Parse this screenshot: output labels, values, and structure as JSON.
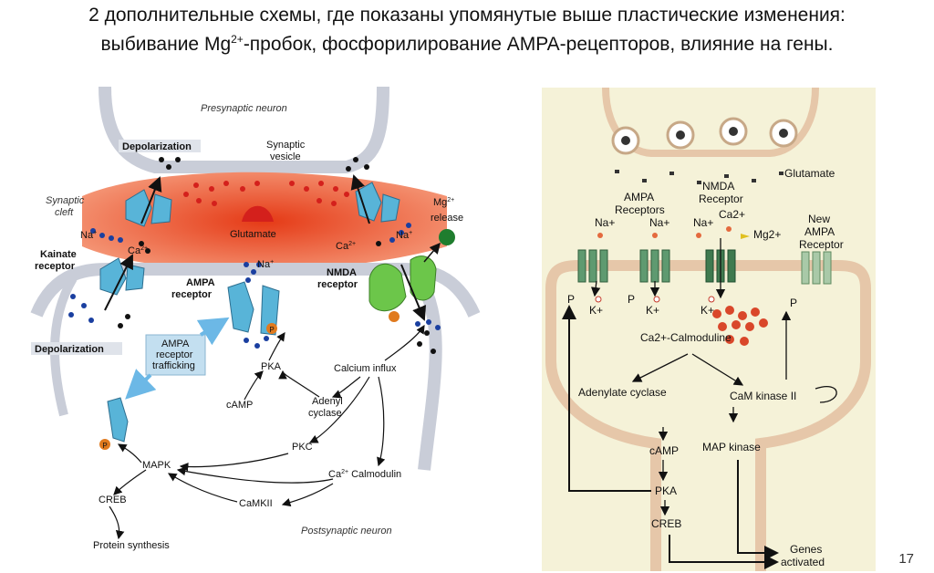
{
  "slide": {
    "title_line1": "2 дополнительные схемы, где показаны упомянутые выше пластические изменения:",
    "title_line2_pre": "выбивание Mg",
    "title_line2_sup": "2+",
    "title_line2_post": "-пробок, фосфорилирование AMPA-рецепторов, влияние на гены.",
    "page_number": "17"
  },
  "left_diagram": {
    "presynaptic": "Presynaptic neuron",
    "postsynaptic": "Postsynaptic neuron",
    "depolarization_top": "Depolarization",
    "depolarization_bottom": "Depolarization",
    "synaptic_vesicle_1": "Synaptic",
    "synaptic_vesicle_2": "vesicle",
    "synaptic_cleft_1": "Synaptic",
    "synaptic_cleft_2": "cleft",
    "glutamate": "Glutamate",
    "mg_release_1": "Mg",
    "mg_release_sup": "2+",
    "mg_release_2": "release",
    "na_left": "Na",
    "na_left_sup": "+",
    "ca_left": "Ca",
    "ca_left_sup": "2+",
    "kainate_1": "Kainate",
    "kainate_2": "receptor",
    "na_ampa": "Na",
    "na_ampa_sup": "+",
    "ampa_1": "AMPA",
    "ampa_2": "receptor",
    "ca_nmda": "Ca",
    "ca_nmda_sup": "2+",
    "na_nmda": "Na",
    "na_nmda_sup": "+",
    "nmda_1": "NMDA",
    "nmda_2": "receptor",
    "trafficking_1": "AMPA",
    "trafficking_2": "receptor",
    "trafficking_3": "trafficking",
    "pka": "PKA",
    "camp": "cAMP",
    "calcium_influx": "Calcium influx",
    "adenyl_1": "Adenyl",
    "adenyl_2": "cyclase",
    "pkc": "PKC",
    "mapk": "MAPK",
    "ca_calmodulin_ca": "Ca",
    "ca_calmodulin_sup": "2+",
    "ca_calmodulin_rest": " Calmodulin",
    "creb": "CREB",
    "camkii": "CaMKII",
    "protein_synthesis": "Protein synthesis",
    "p": "P"
  },
  "right_diagram": {
    "glutamate": "Glutamate",
    "ampa_1": "AMPA",
    "ampa_2": "Receptors",
    "nmda_1": "NMDA",
    "nmda_2": "Receptor",
    "new_ampa_1": "New",
    "new_ampa_2": "AMPA",
    "new_ampa_3": "Receptor",
    "na1": "Na+",
    "na2": "Na+",
    "na3": "Na+",
    "ca2": "Ca2+",
    "mg2": "Mg2+",
    "k1": "K+",
    "k2": "K+",
    "k3": "K+",
    "p1": "P",
    "p2": "P",
    "p3": "P",
    "ca_calmoduline": "Ca2+-Calmoduline",
    "adenylate_cyclase": "Adenylate cyclase",
    "cam_kinase": "CaM kinase II",
    "camp": "cAMP",
    "map_kinase": "MAP kinase",
    "pka": "PKA",
    "creb": "CREB",
    "genes_1": "Genes",
    "genes_2": "activated"
  },
  "colors": {
    "cleft_red": "#e8451f",
    "receptor_blue": "#58b4d8",
    "nmda_green": "#6cc64a",
    "right_bg": "#f5f2d8",
    "membrane": "#e6c7a9",
    "right_receptor": "#5f9a70"
  }
}
